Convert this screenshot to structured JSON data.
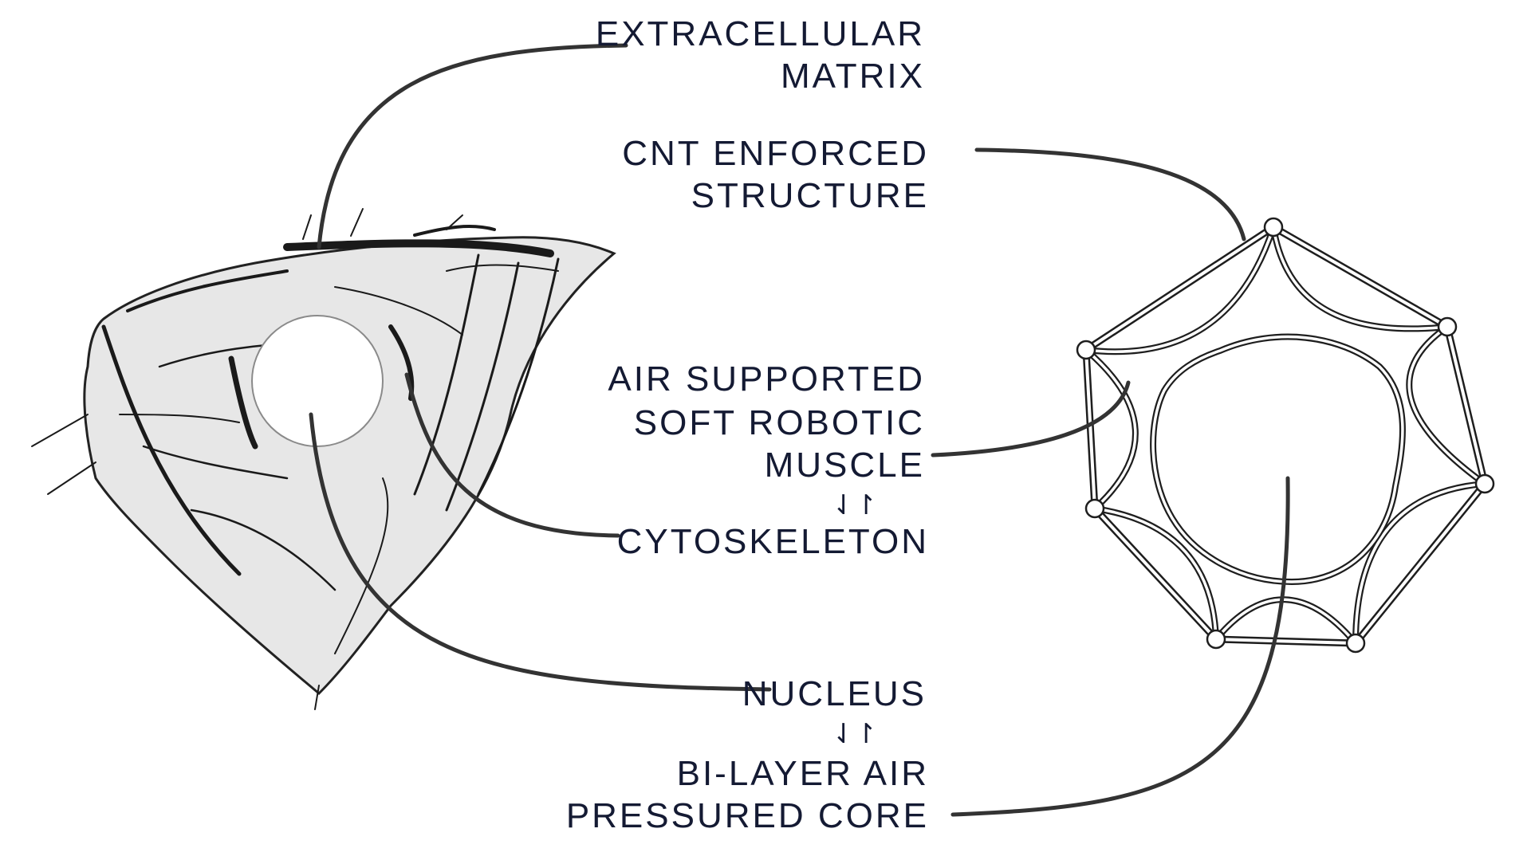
{
  "labels": {
    "extracellular_matrix": [
      "EXTRACELLULAR",
      "MATRIX"
    ],
    "cnt_enforced_structure": [
      "CNT ENFORCED",
      "STRUCTURE"
    ],
    "air_supported_muscle": [
      "AIR SUPPORTED",
      "SOFT ROBOTIC",
      "MUSCLE"
    ],
    "equivalence_symbol_1": "⇃↾",
    "cytoskeleton": "CYTOSKELETON",
    "nucleus": "NUCLEUS",
    "equivalence_symbol_2": "⇃↾",
    "bilayer_core": [
      "BI-LAYER AIR",
      "PRESSURED CORE"
    ]
  },
  "colors": {
    "text": "#141a33",
    "leader_line": "#333333",
    "structure": "#1e1e1e"
  },
  "elements": {
    "cell_image": "stained-cell-micrograph",
    "soft_robot_schematic": "heptagon-frame-with-arc-muscles-and-core"
  }
}
